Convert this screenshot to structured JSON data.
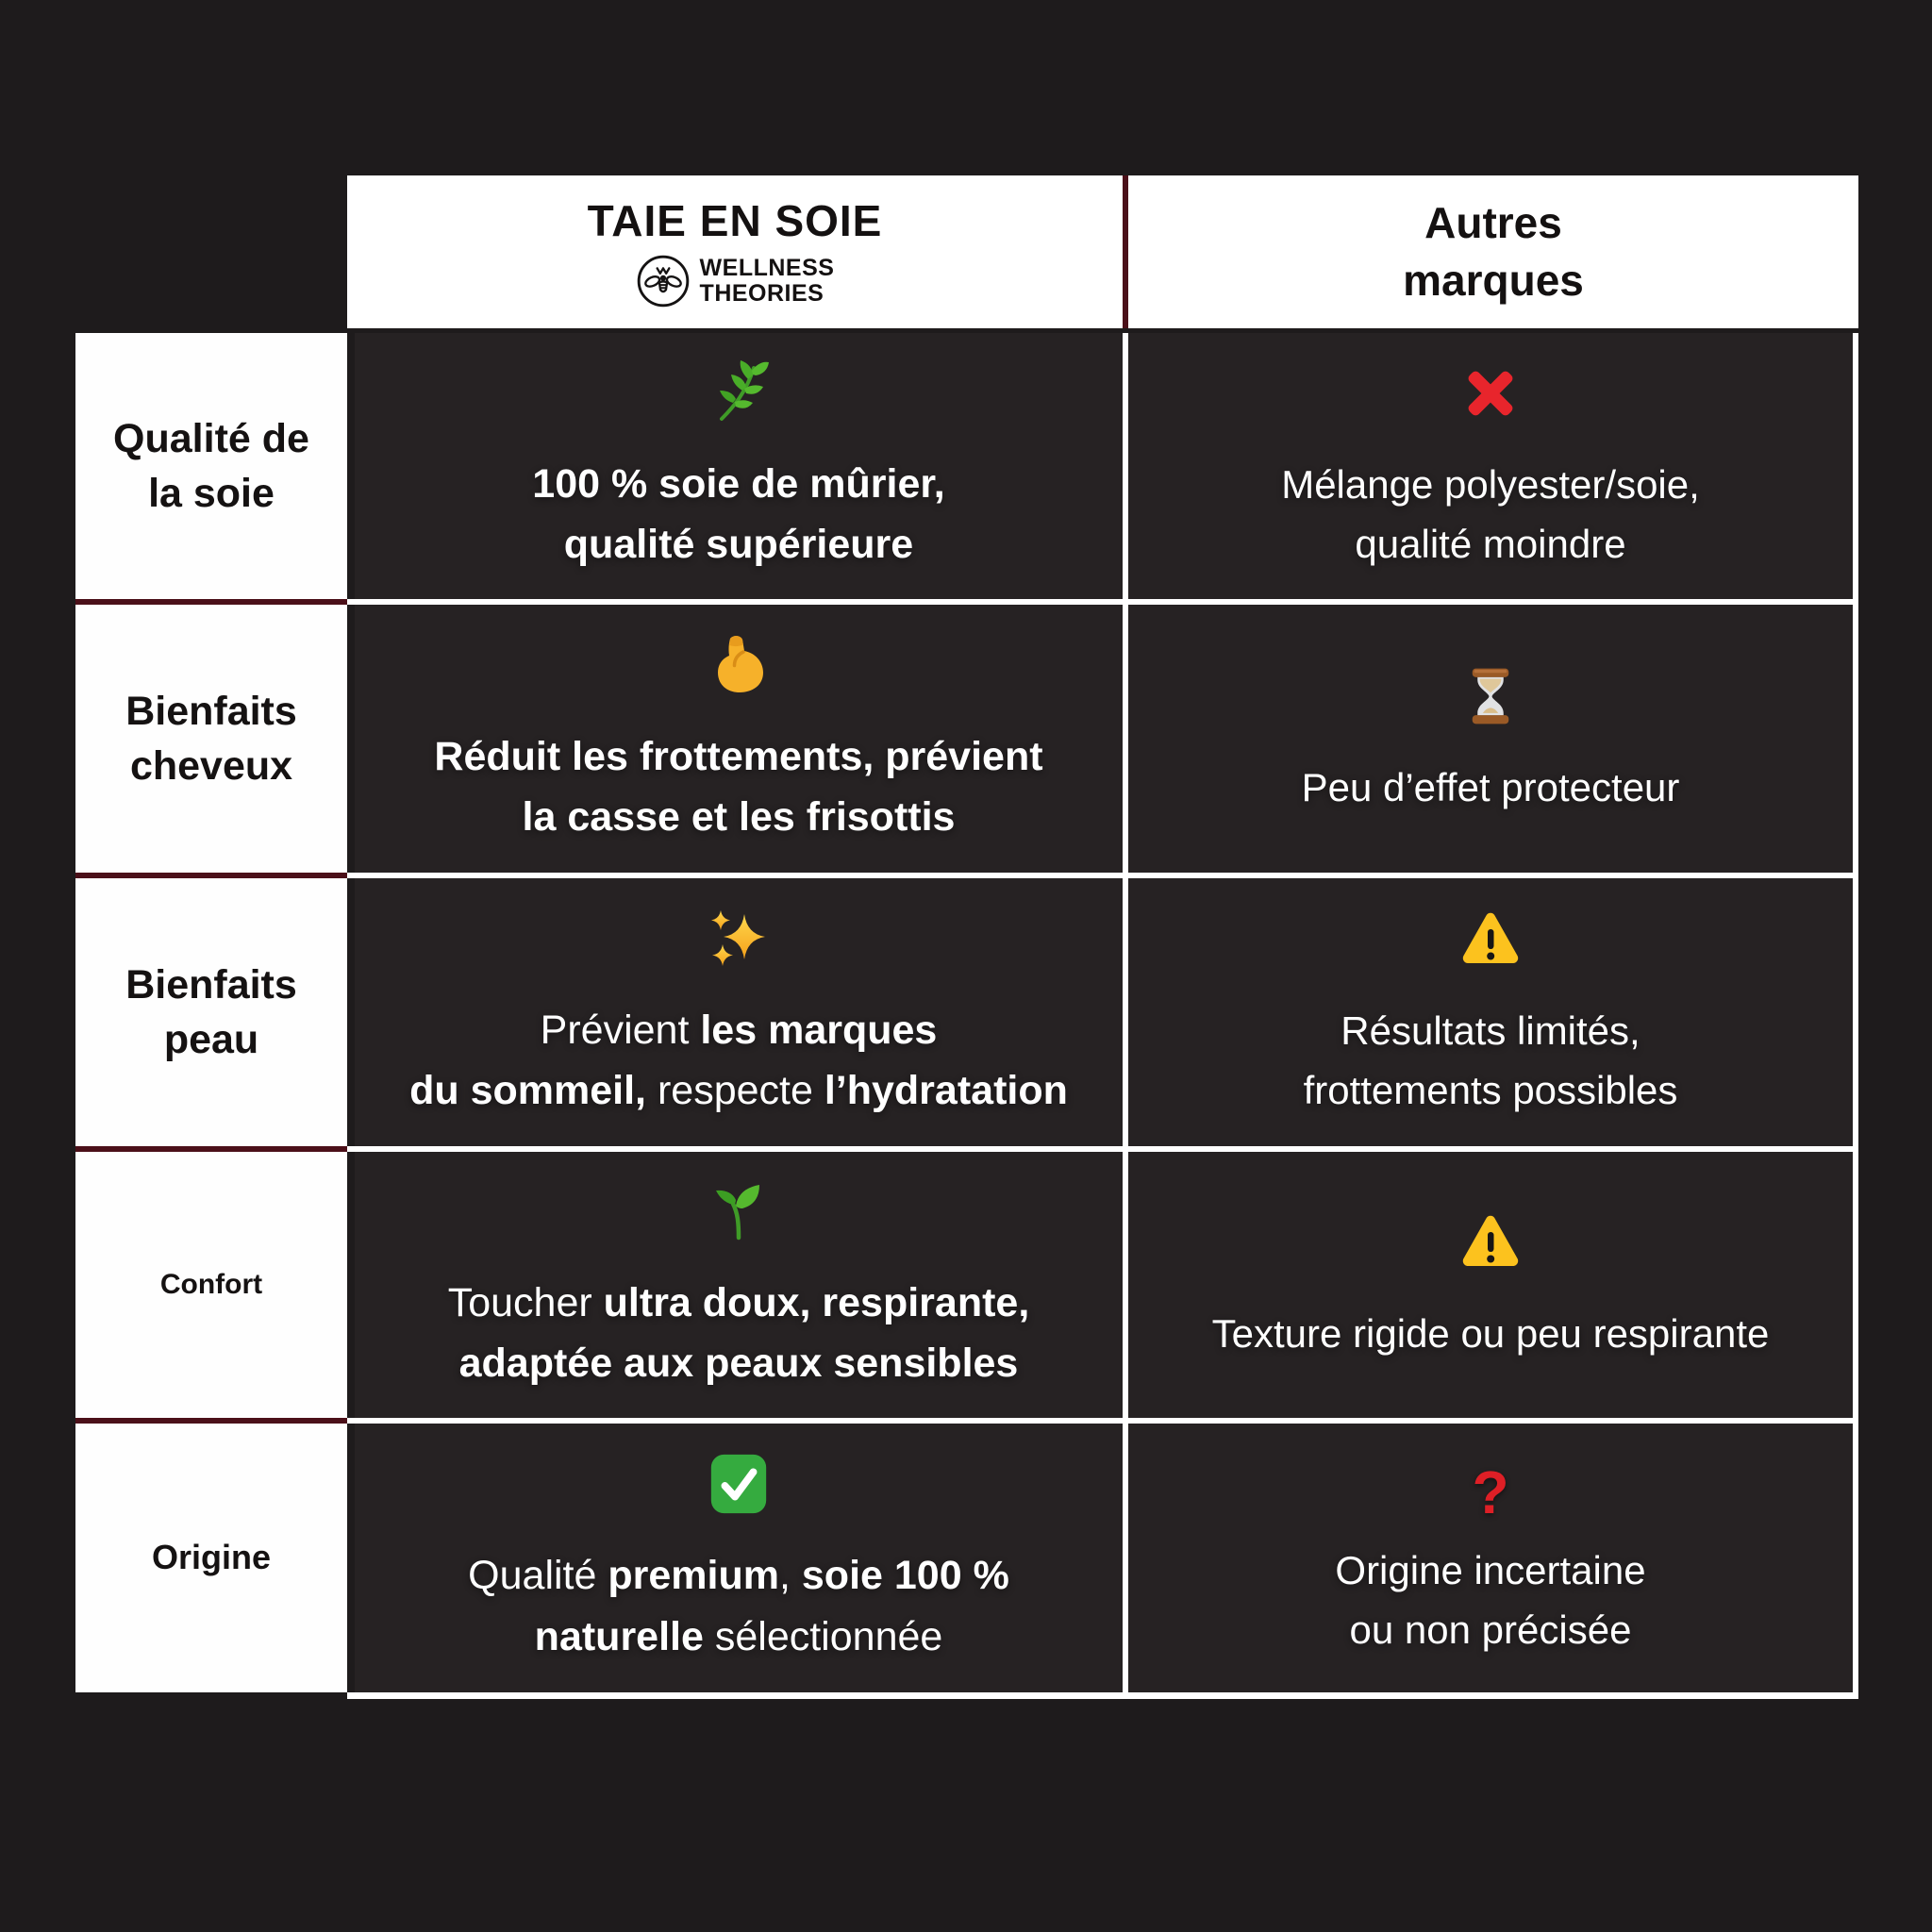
{
  "colors": {
    "background": "#1e1b1c",
    "cell_dark": "#262223",
    "panel_white": "#ffffff",
    "divider_maroon": "#4b1019",
    "accent_red": "#e8252c",
    "accent_yellow": "#fcc21e",
    "accent_green": "#35ab3f",
    "text_light": "#ffffff",
    "text_dark": "#141111"
  },
  "header": {
    "brand_title": "TAIE EN SOIE",
    "brand_logo": {
      "icon": "bee-logo-icon",
      "line1": "WELLNESS",
      "line2": "THEORIES"
    },
    "competitor": {
      "line1": "Autres",
      "line2": "marques"
    }
  },
  "rows": [
    {
      "label": [
        "Qualité de",
        "la soie"
      ],
      "brand": {
        "icon": "herb-icon",
        "lines": [
          [
            {
              "t": "100 % soie de mûrier,",
              "b": true
            }
          ],
          [
            {
              "t": "qualité supérieure",
              "b": true
            }
          ]
        ]
      },
      "other": {
        "icon": "cross-mark-icon",
        "lines": [
          "Mélange polyester/soie,",
          "qualité moindre"
        ]
      }
    },
    {
      "label": [
        "Bienfaits",
        "cheveux"
      ],
      "brand": {
        "icon": "flexed-biceps-icon",
        "lines": [
          [
            {
              "t": "Réduit les frottements, prévient",
              "b": true
            }
          ],
          [
            {
              "t": "la casse et les frisottis",
              "b": true
            }
          ]
        ]
      },
      "other": {
        "icon": "hourglass-icon",
        "lines": [
          "Peu d’effet protecteur"
        ]
      }
    },
    {
      "label": [
        "Bienfaits",
        "peau"
      ],
      "brand": {
        "icon": "sparkles-icon",
        "lines": [
          [
            {
              "t": "Prévient ",
              "b": false
            },
            {
              "t": "les marques",
              "b": true
            }
          ],
          [
            {
              "t": "du sommeil,",
              "b": true
            },
            {
              "t": " respecte ",
              "b": false
            },
            {
              "t": "l’hydratation",
              "b": true
            }
          ]
        ]
      },
      "other": {
        "icon": "warning-icon",
        "lines": [
          "Résultats limités,",
          "frottements possibles"
        ]
      }
    },
    {
      "label": [
        "Confort"
      ],
      "brand": {
        "icon": "seedling-icon",
        "lines": [
          [
            {
              "t": "Toucher ",
              "b": false
            },
            {
              "t": "ultra doux, respirante,",
              "b": true
            }
          ],
          [
            {
              "t": "adaptée aux peaux sensibles",
              "b": true
            }
          ]
        ]
      },
      "other": {
        "icon": "warning-icon",
        "lines": [
          "Texture rigide ou peu respirante"
        ]
      }
    },
    {
      "label": [
        "Origine"
      ],
      "brand": {
        "icon": "check-mark-button-icon",
        "lines": [
          [
            {
              "t": "Qualité ",
              "b": false
            },
            {
              "t": "premium",
              "b": true
            },
            {
              "t": ", ",
              "b": false
            },
            {
              "t": "soie 100 %",
              "b": true
            }
          ],
          [
            {
              "t": "naturelle",
              "b": true
            },
            {
              "t": " sélectionnée",
              "b": false
            }
          ]
        ]
      },
      "other": {
        "icon": "question-mark-icon",
        "lines": [
          "Origine incertaine",
          "ou non précisée"
        ],
        "icon_glyph": "?"
      }
    }
  ]
}
